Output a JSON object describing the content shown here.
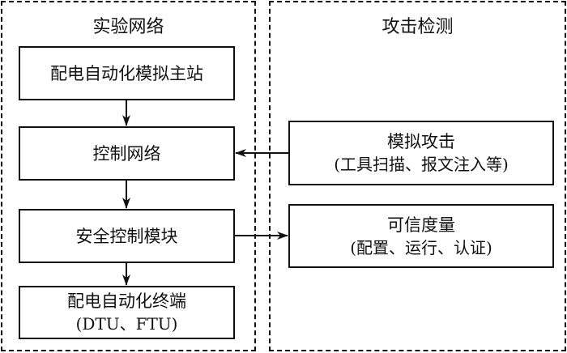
{
  "experiment_network": {
    "title": "实验网络",
    "nodes": [
      {
        "label": "配电自动化模拟主站",
        "sub": ""
      },
      {
        "label": "控制网络",
        "sub": ""
      },
      {
        "label": "安全控制模块",
        "sub": ""
      },
      {
        "label": "配电自动化终端",
        "sub": "(DTU、FTU)"
      }
    ]
  },
  "attack_detection": {
    "title": "攻击检测",
    "nodes": [
      {
        "label": "模拟攻击",
        "sub": "(工具扫描、报文注入等)"
      },
      {
        "label": "可信度量",
        "sub": "(配置、运行、认证)"
      }
    ]
  },
  "edges": [
    {
      "from": "配电自动化模拟主站",
      "to": "控制网络"
    },
    {
      "from": "控制网络",
      "to": "安全控制模块"
    },
    {
      "from": "安全控制模块",
      "to": "配电自动化终端"
    },
    {
      "from": "模拟攻击",
      "to": "控制网络"
    },
    {
      "from": "安全控制模块",
      "to": "可信度量"
    }
  ]
}
